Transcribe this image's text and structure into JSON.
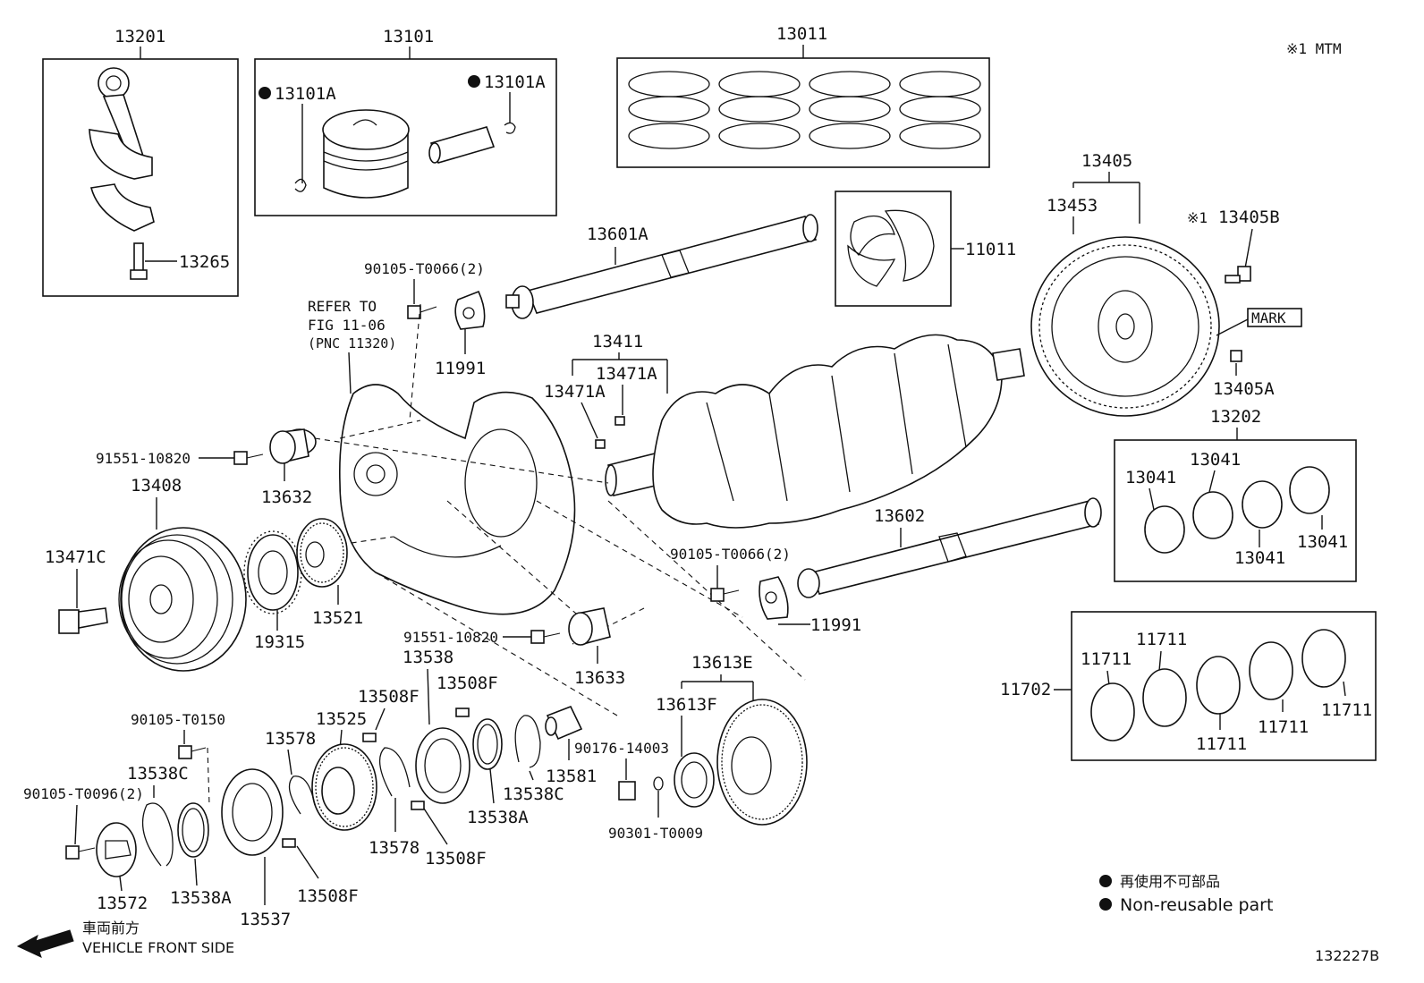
{
  "note_top_right": "※1 MTM",
  "figure_code": "132227B",
  "legend": {
    "jp": "再使用不可部品",
    "en": "Non-reusable part",
    "dot_color": "#111111"
  },
  "front_side": {
    "jp": "車両前方",
    "en": "VEHICLE FRONT SIDE"
  },
  "refer": {
    "line1": "REFER TO",
    "line2": "FIG 11-06",
    "line3": "(PNC 11320)"
  },
  "mark_label": "MARK",
  "labels": {
    "p13201": "13201",
    "p13101": "13101",
    "p13011": "13011",
    "p13101A_left": "13101A",
    "p13101A_right": "13101A",
    "p13265": "13265",
    "p13405": "13405",
    "p13453": "13453",
    "p13405B": "13405B",
    "p13405B_note": "※1",
    "p13405A": "13405A",
    "p13601A": "13601A",
    "p11011": "11011",
    "p90105_T0066_top": "90105-T0066(2)",
    "p11991_top": "11991",
    "p13411": "13411",
    "p13471A_a": "13471A",
    "p13471A_b": "13471A",
    "p91551_10820_top": "91551-10820",
    "p13632": "13632",
    "p13408": "13408",
    "p13471C": "13471C",
    "p19315": "19315",
    "p13521": "13521",
    "p13202": "13202",
    "p13041_a": "13041",
    "p13041_b": "13041",
    "p13041_c": "13041",
    "p13041_d": "13041",
    "p13602": "13602",
    "p90105_T0066_mid": "90105-T0066(2)",
    "p11991_mid": "11991",
    "p91551_10820_mid": "91551-10820",
    "p13633": "13633",
    "p13538": "13538",
    "p13508F_a": "13508F",
    "p13508F_b": "13508F",
    "p13525": "13525",
    "p90105_T0150": "90105-T0150",
    "p13578_a": "13578",
    "p13538C_a": "13538C",
    "p90105_T0096": "90105-T0096(2)",
    "p13572": "13572",
    "p13538A_a": "13538A",
    "p13537": "13537",
    "p13508F_c": "13508F",
    "p13578_b": "13578",
    "p13508F_d": "13508F",
    "p13538A_b": "13538A",
    "p13538C_b": "13538C",
    "p13581": "13581",
    "p90176_14003": "90176-14003",
    "p90301_T0009": "90301-T0009",
    "p13613E": "13613E",
    "p13613F": "13613F",
    "p11702": "11702",
    "p11711_a": "11711",
    "p11711_b": "11711",
    "p11711_c": "11711",
    "p11711_d": "11711",
    "p11711_e": "11711"
  }
}
